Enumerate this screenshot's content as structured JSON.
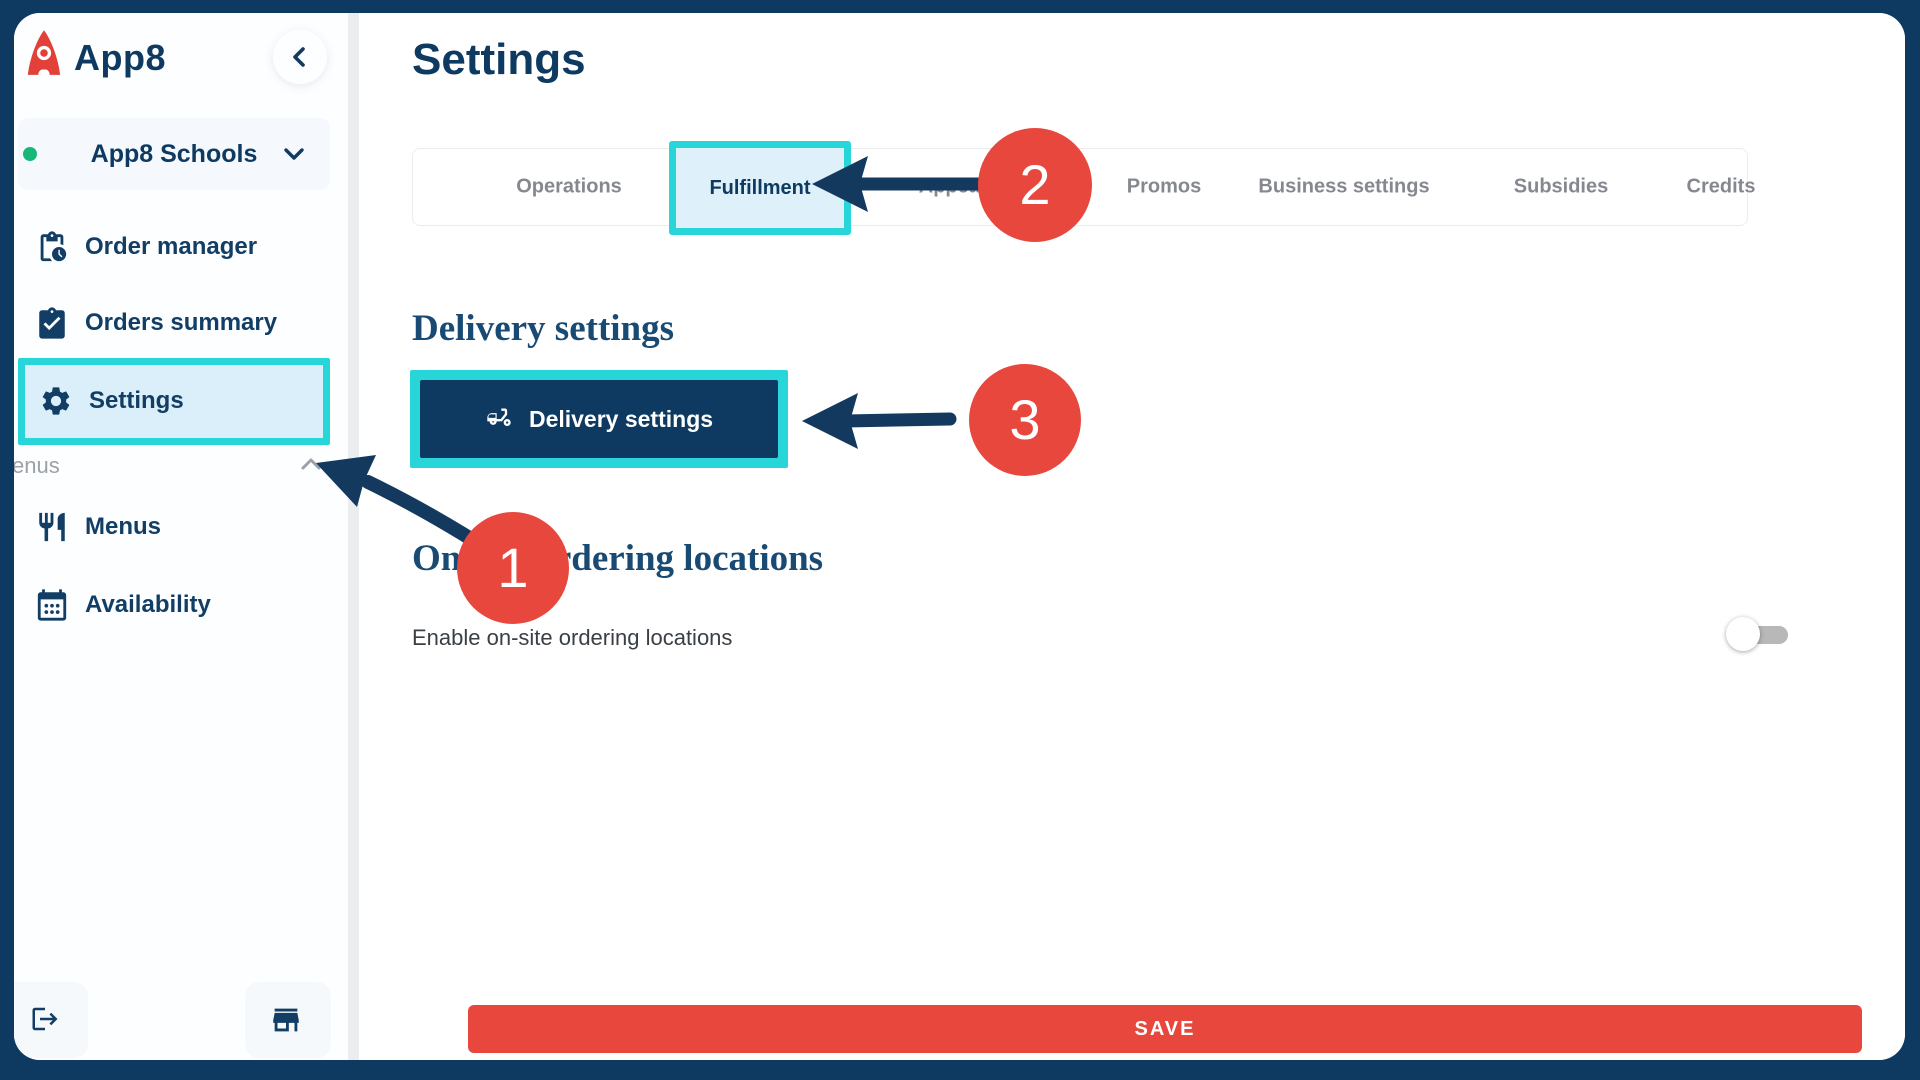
{
  "app": {
    "brand": "App8",
    "org_selector": {
      "label": "App8 Schools",
      "status_color": "#17b877"
    }
  },
  "sidebar": {
    "items": [
      {
        "label": "Order manager",
        "icon": "order-manager-icon",
        "active": false
      },
      {
        "label": "Orders summary",
        "icon": "clipboard-check-icon",
        "active": false
      },
      {
        "label": "Settings",
        "icon": "gear-icon",
        "active": true
      },
      {
        "label": "Menus",
        "icon": "restaurant-icon",
        "active": false
      },
      {
        "label": "Availability",
        "icon": "calendar-icon",
        "active": false
      }
    ],
    "section_label": "enus"
  },
  "page": {
    "title": "Settings"
  },
  "tabs": [
    {
      "label": "Operations",
      "active": false
    },
    {
      "label": "Fulfillment",
      "active": true
    },
    {
      "label": "Appearance",
      "active": false
    },
    {
      "label": "Promos",
      "active": false
    },
    {
      "label": "Business settings",
      "active": false
    },
    {
      "label": "Subsidies",
      "active": false
    },
    {
      "label": "Credits",
      "active": false
    }
  ],
  "delivery_section": {
    "heading": "Delivery settings",
    "button_label": "Delivery settings"
  },
  "onsite_section": {
    "heading": "On-site ordering locations",
    "toggle_label": "Enable on-site ordering locations",
    "toggle_state": "off"
  },
  "footer": {
    "save_label": "SAVE"
  },
  "annotations": {
    "steps": [
      "1",
      "2",
      "3"
    ]
  },
  "colors": {
    "navy": "#0e3a62",
    "annotation_red": "#e8473e",
    "highlight_cyan": "#28d5d9",
    "active_bg": "#def1fb",
    "green_dot": "#17b877"
  }
}
